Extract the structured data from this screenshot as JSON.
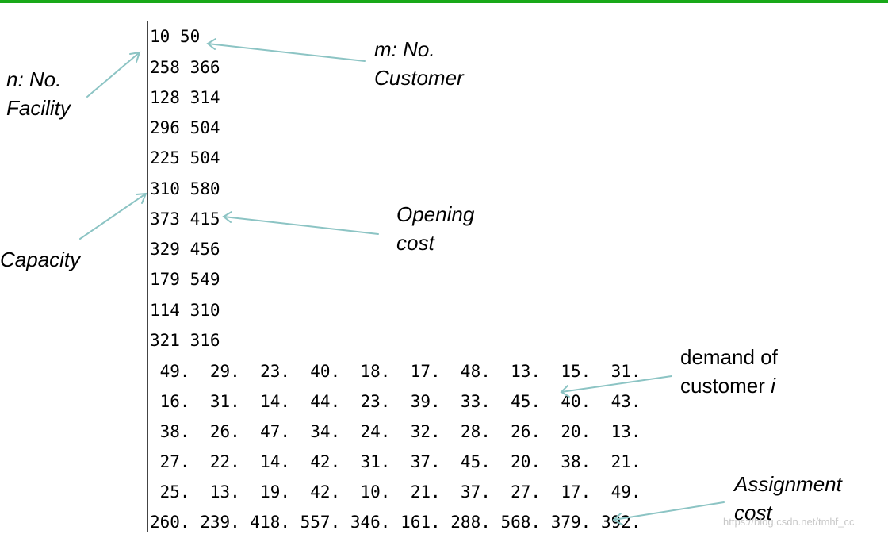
{
  "data_lines": [
    "10 50",
    "258 366",
    "128 314",
    "296 504",
    "225 504",
    "310 580",
    "373 415",
    "329 456",
    "179 549",
    "114 310",
    "321 316",
    " 49.  29.  23.  40.  18.  17.  48.  13.  15.  31.",
    " 16.  31.  14.  44.  23.  39.  33.  45.  40.  43.",
    " 38.  26.  47.  34.  24.  32.  28.  26.  20.  13.",
    " 27.  22.  14.  42.  31.  37.  45.  20.  38.  21.",
    " 25.  13.  19.  42.  10.  21.  37.  27.  17.  49.",
    "260. 239. 418. 557. 346. 161. 288. 568. 379. 392."
  ],
  "labels": {
    "n_line1": "n: No.",
    "n_line2": "Facility",
    "m_line1": "m: No.",
    "m_line2": "Customer",
    "capacity": "Capacity",
    "opening_line1": "Opening",
    "opening_line2": "cost",
    "demand_line1": "demand of",
    "demand_line2_prefix": "customer ",
    "demand_line2_var": "i",
    "assignment_line1": "Assignment",
    "assignment_line2": "cost"
  },
  "watermark": "https://blog.csdn.net/tmhf_cc",
  "colors": {
    "top_bar": "#18a818",
    "arrow": "#8cc4c4"
  }
}
